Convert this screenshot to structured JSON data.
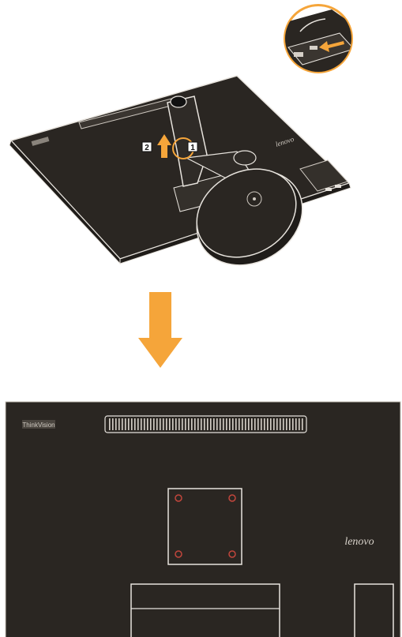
{
  "steps": {
    "step1": "1",
    "step2": "2"
  },
  "brand": {
    "thinkvision": "ThinkVision",
    "lenovo": "lenovo"
  },
  "colors": {
    "monitor_body": "#2a2622",
    "outline": "#e8e4de",
    "accent_arrow": "#f5a53a",
    "callout_ring": "#f5a53a",
    "vesa_hole": "#c2463c"
  },
  "icons": {
    "direction": "arrow-down-icon",
    "release": "arrow-up-icon",
    "detail": "callout-zoom"
  }
}
